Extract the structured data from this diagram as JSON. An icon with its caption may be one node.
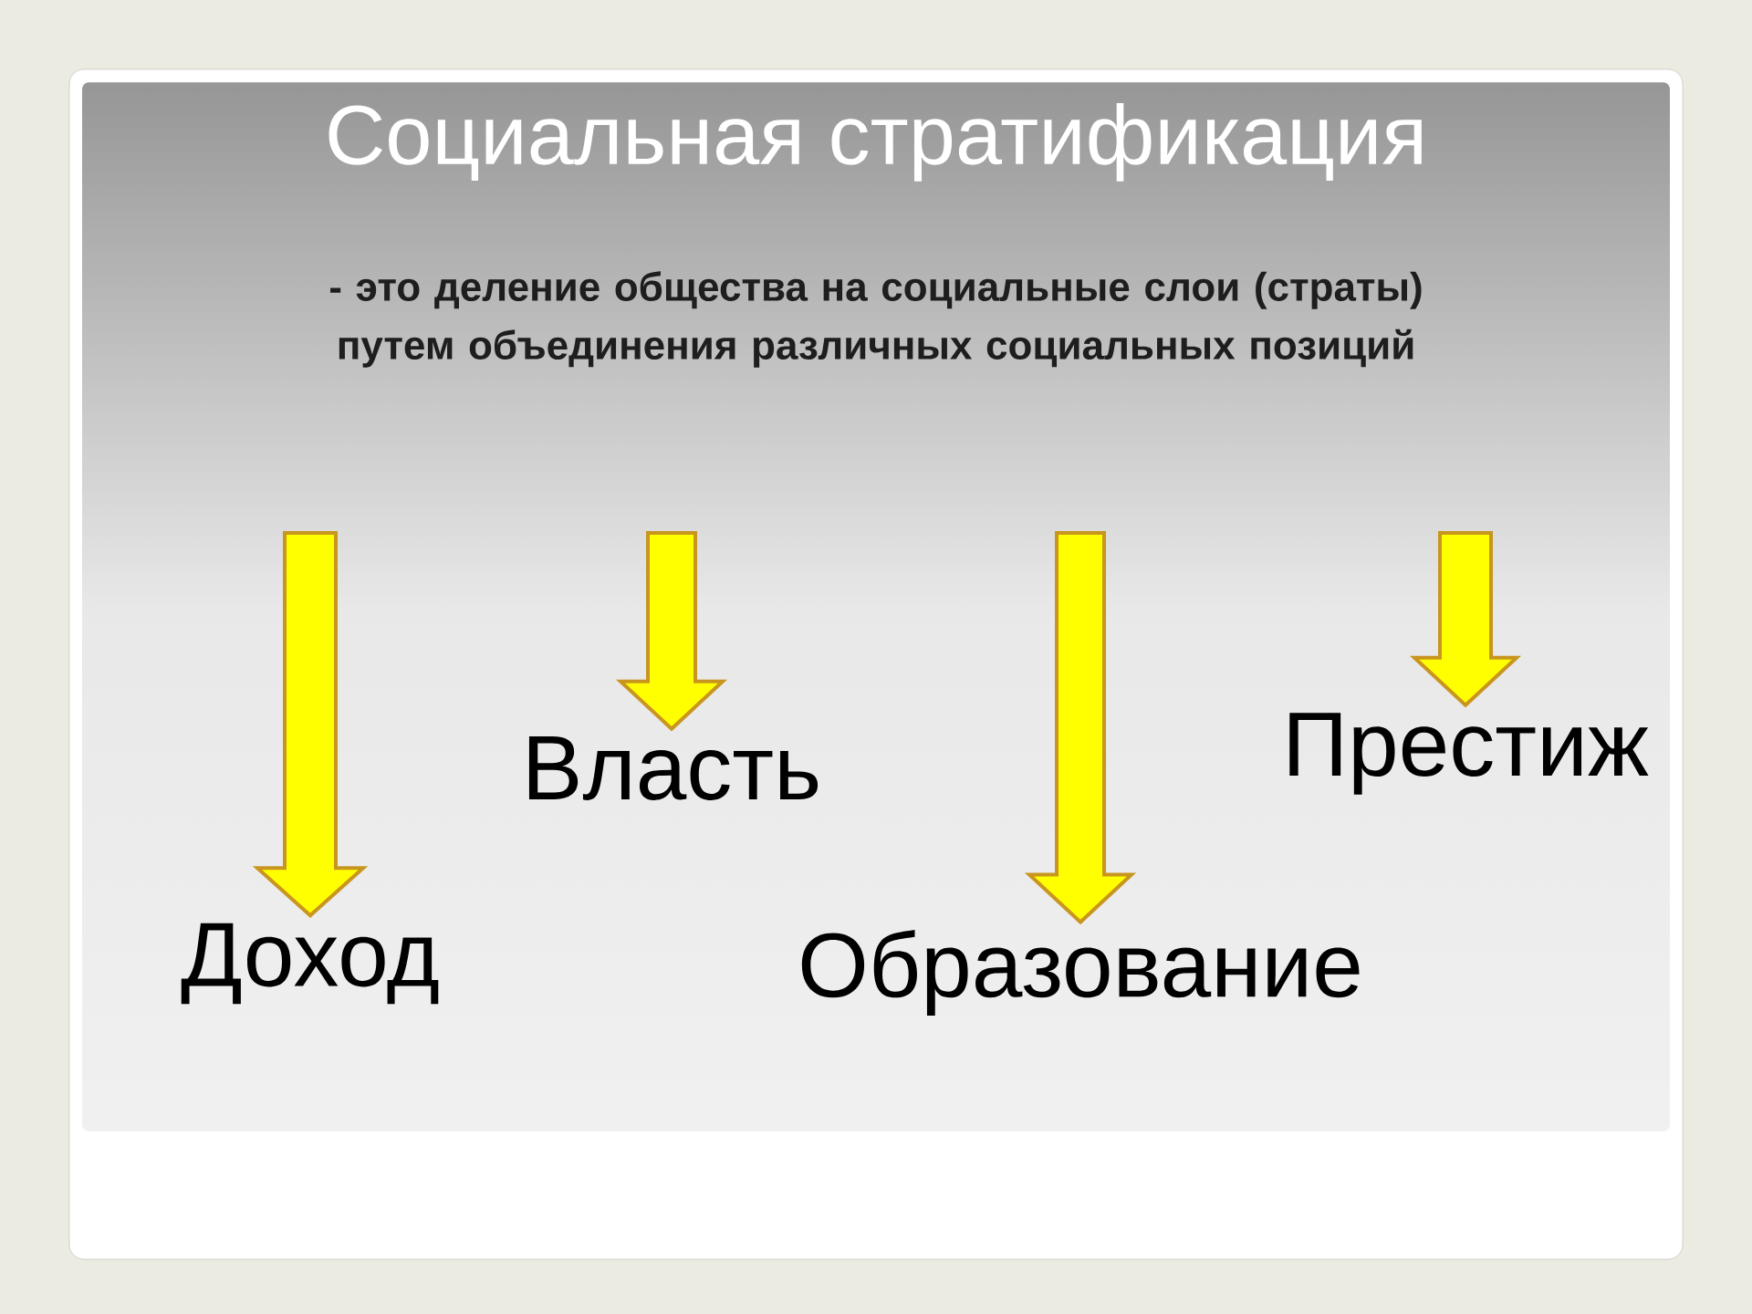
{
  "diagram": {
    "title": "Социальная стратификация",
    "nodes": [
      {
        "text": [
          "Доход"
        ]
      },
      {
        "text": [
          "Власть"
        ]
      },
      {
        "text": [
          "Образование"
        ]
      },
      {
        "text": [
          "Престиж"
        ]
      }
    ],
    "edges": [
      {
        "from": null,
        "to": 0,
        "arrow": "to"
      },
      {
        "from": null,
        "to": 1,
        "arrow": "to"
      },
      {
        "from": null,
        "to": 2,
        "arrow": "to"
      },
      {
        "from": null,
        "to": 3,
        "arrow": "to"
      }
    ],
    "labels": [
      "- это деление общества на социальные слои (страты) путем объединения различных социальных позиций"
    ]
  }
}
